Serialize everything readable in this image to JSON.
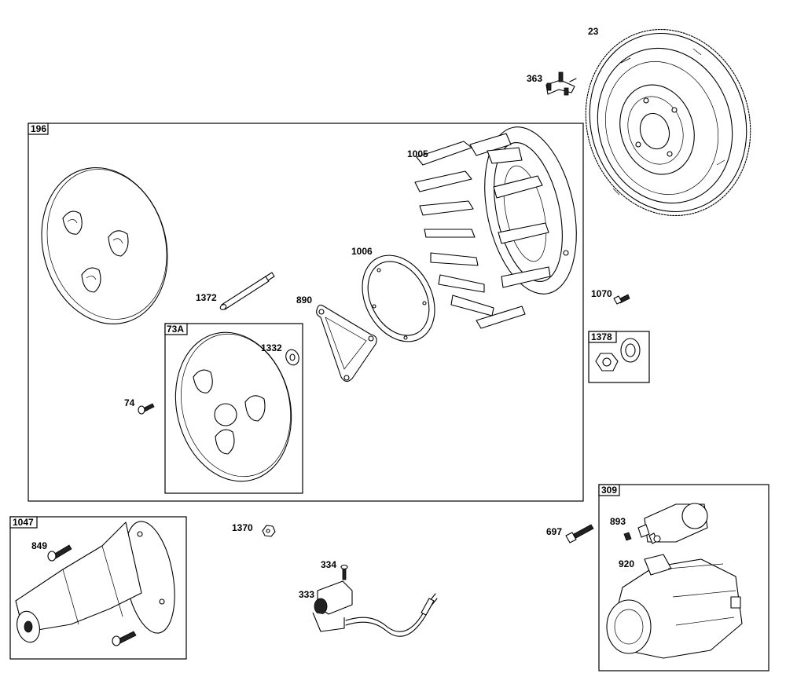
{
  "groups": [
    {
      "id": "196",
      "label": "196"
    },
    {
      "id": "73A",
      "label": "73A"
    },
    {
      "id": "1378",
      "label": "1378"
    },
    {
      "id": "1047",
      "label": "1047"
    },
    {
      "id": "309",
      "label": "309"
    }
  ],
  "callouts": {
    "p23": "23",
    "p363": "363",
    "p1005": "1005",
    "p1006": "1006",
    "p1372": "1372",
    "p890": "890",
    "p1332": "1332",
    "p74": "74",
    "p1070": "1070",
    "p1370": "1370",
    "p334": "334",
    "p333": "333",
    "p697": "697",
    "p893": "893",
    "p920": "920",
    "p849": "849"
  }
}
